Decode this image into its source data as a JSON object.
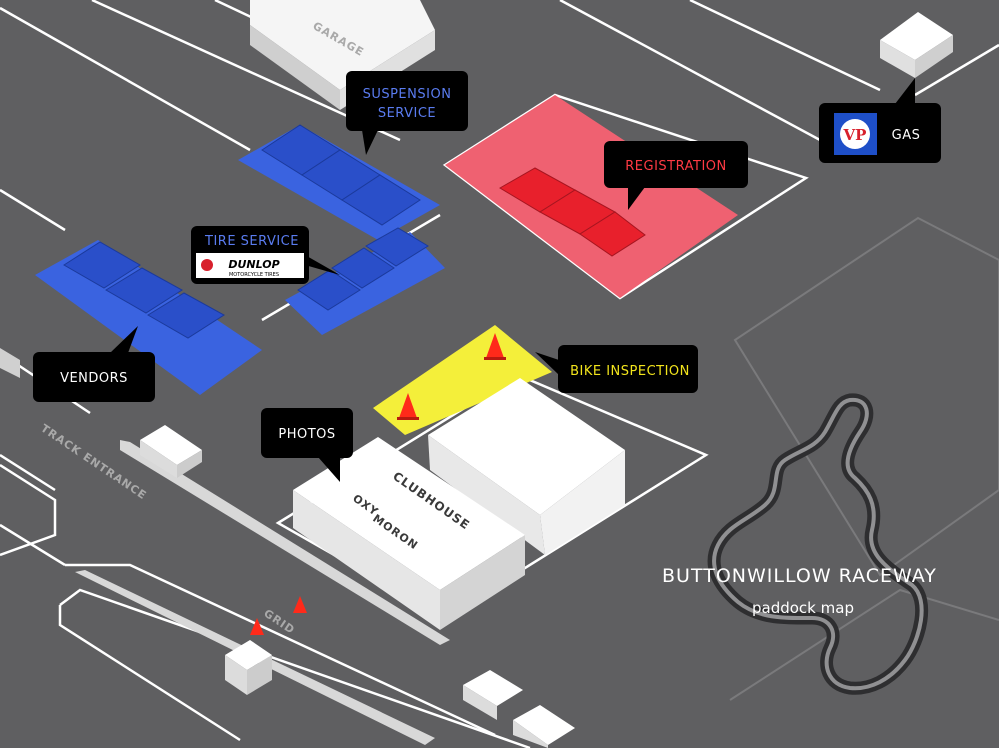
{
  "map_title": "BUTTONWILLOW RACEWAY",
  "map_subtitle": "paddock map",
  "callouts": {
    "suspension_line1": "SUSPENSION",
    "suspension_line2": "SERVICE",
    "registration": "REGISTRATION",
    "gas": "GAS",
    "tire_service": "TIRE SERVICE",
    "vendors": "VENDORS",
    "bike_inspection": "BIKE INSPECTION",
    "photos": "PHOTOS"
  },
  "ground_labels": {
    "garage": "GARAGE",
    "track_entrance": "TRACK ENTRANCE",
    "grid": "GRID",
    "clubhouse": "CLUBHOUSE"
  },
  "logos": {
    "dunlop": "DUNLOP",
    "dunlop_sub": "MOTORCYCLE TIRES",
    "vp": "VP",
    "oxymoron_top": "OXY",
    "oxymoron_bottom": "MORON"
  },
  "colors": {
    "pavement": "#5f5f61",
    "vendor_blue": "#2a4fc9",
    "registration_red": "#e8202c",
    "inspection_yellow": "#f4ef3a",
    "callout_bg": "#000000"
  },
  "icons": [
    "traffic-cone-icon",
    "vp-racing-logo",
    "dunlop-logo",
    "oxymoron-logo"
  ]
}
